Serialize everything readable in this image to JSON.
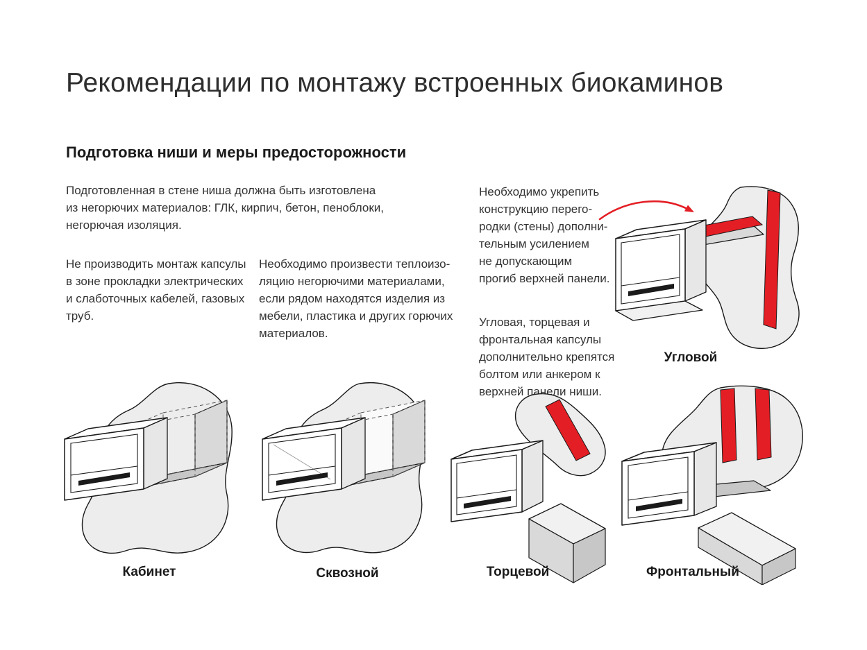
{
  "page": {
    "title": "Рекомендации по монтажу встроенных биокаминов",
    "section_heading": "Подготовка ниши и меры предосторожности"
  },
  "paragraphs": {
    "niche_materials": "Подготовленная в стене ниша должна быть изготовлена\nиз негорючих материалов: ГЛК, кирпич, бетон, пеноблоки,\nнегорючая изоляция.",
    "no_cables": "Не производить монтаж капсулы\nв зоне прокладки электрических\nи слаботочных кабелей, газовых\nтруб.",
    "insulation": "Необходимо произвести теплоизо-\nляцию негорючими материалами,\nесли рядом находятся изделия из\nмебели, пластика и других горючих\nматериалов.",
    "reinforce": "Необходимо укрепить\nконструкцию перего-\nродки (стены) дополни-\nтельным усилением\nне допускающим\nпрогиб верхней панели.",
    "fastening": "Угловая, торцевая и\nфронтальная капсулы\nдополнительно крепятся\nболтом или анкером к\nверхней панели ниши."
  },
  "diagrams": [
    {
      "id": "kabinet",
      "label": "Кабинет"
    },
    {
      "id": "skvoznoy",
      "label": "Сквозной"
    },
    {
      "id": "torcevoy",
      "label": "Торцевой"
    },
    {
      "id": "frontalny",
      "label": "Фронтальный"
    },
    {
      "id": "uglovoy",
      "label": "Угловой"
    }
  ],
  "colors": {
    "accent_red": "#e31e24",
    "wall_fill": "#ededed",
    "line": "#1a1a1a"
  }
}
